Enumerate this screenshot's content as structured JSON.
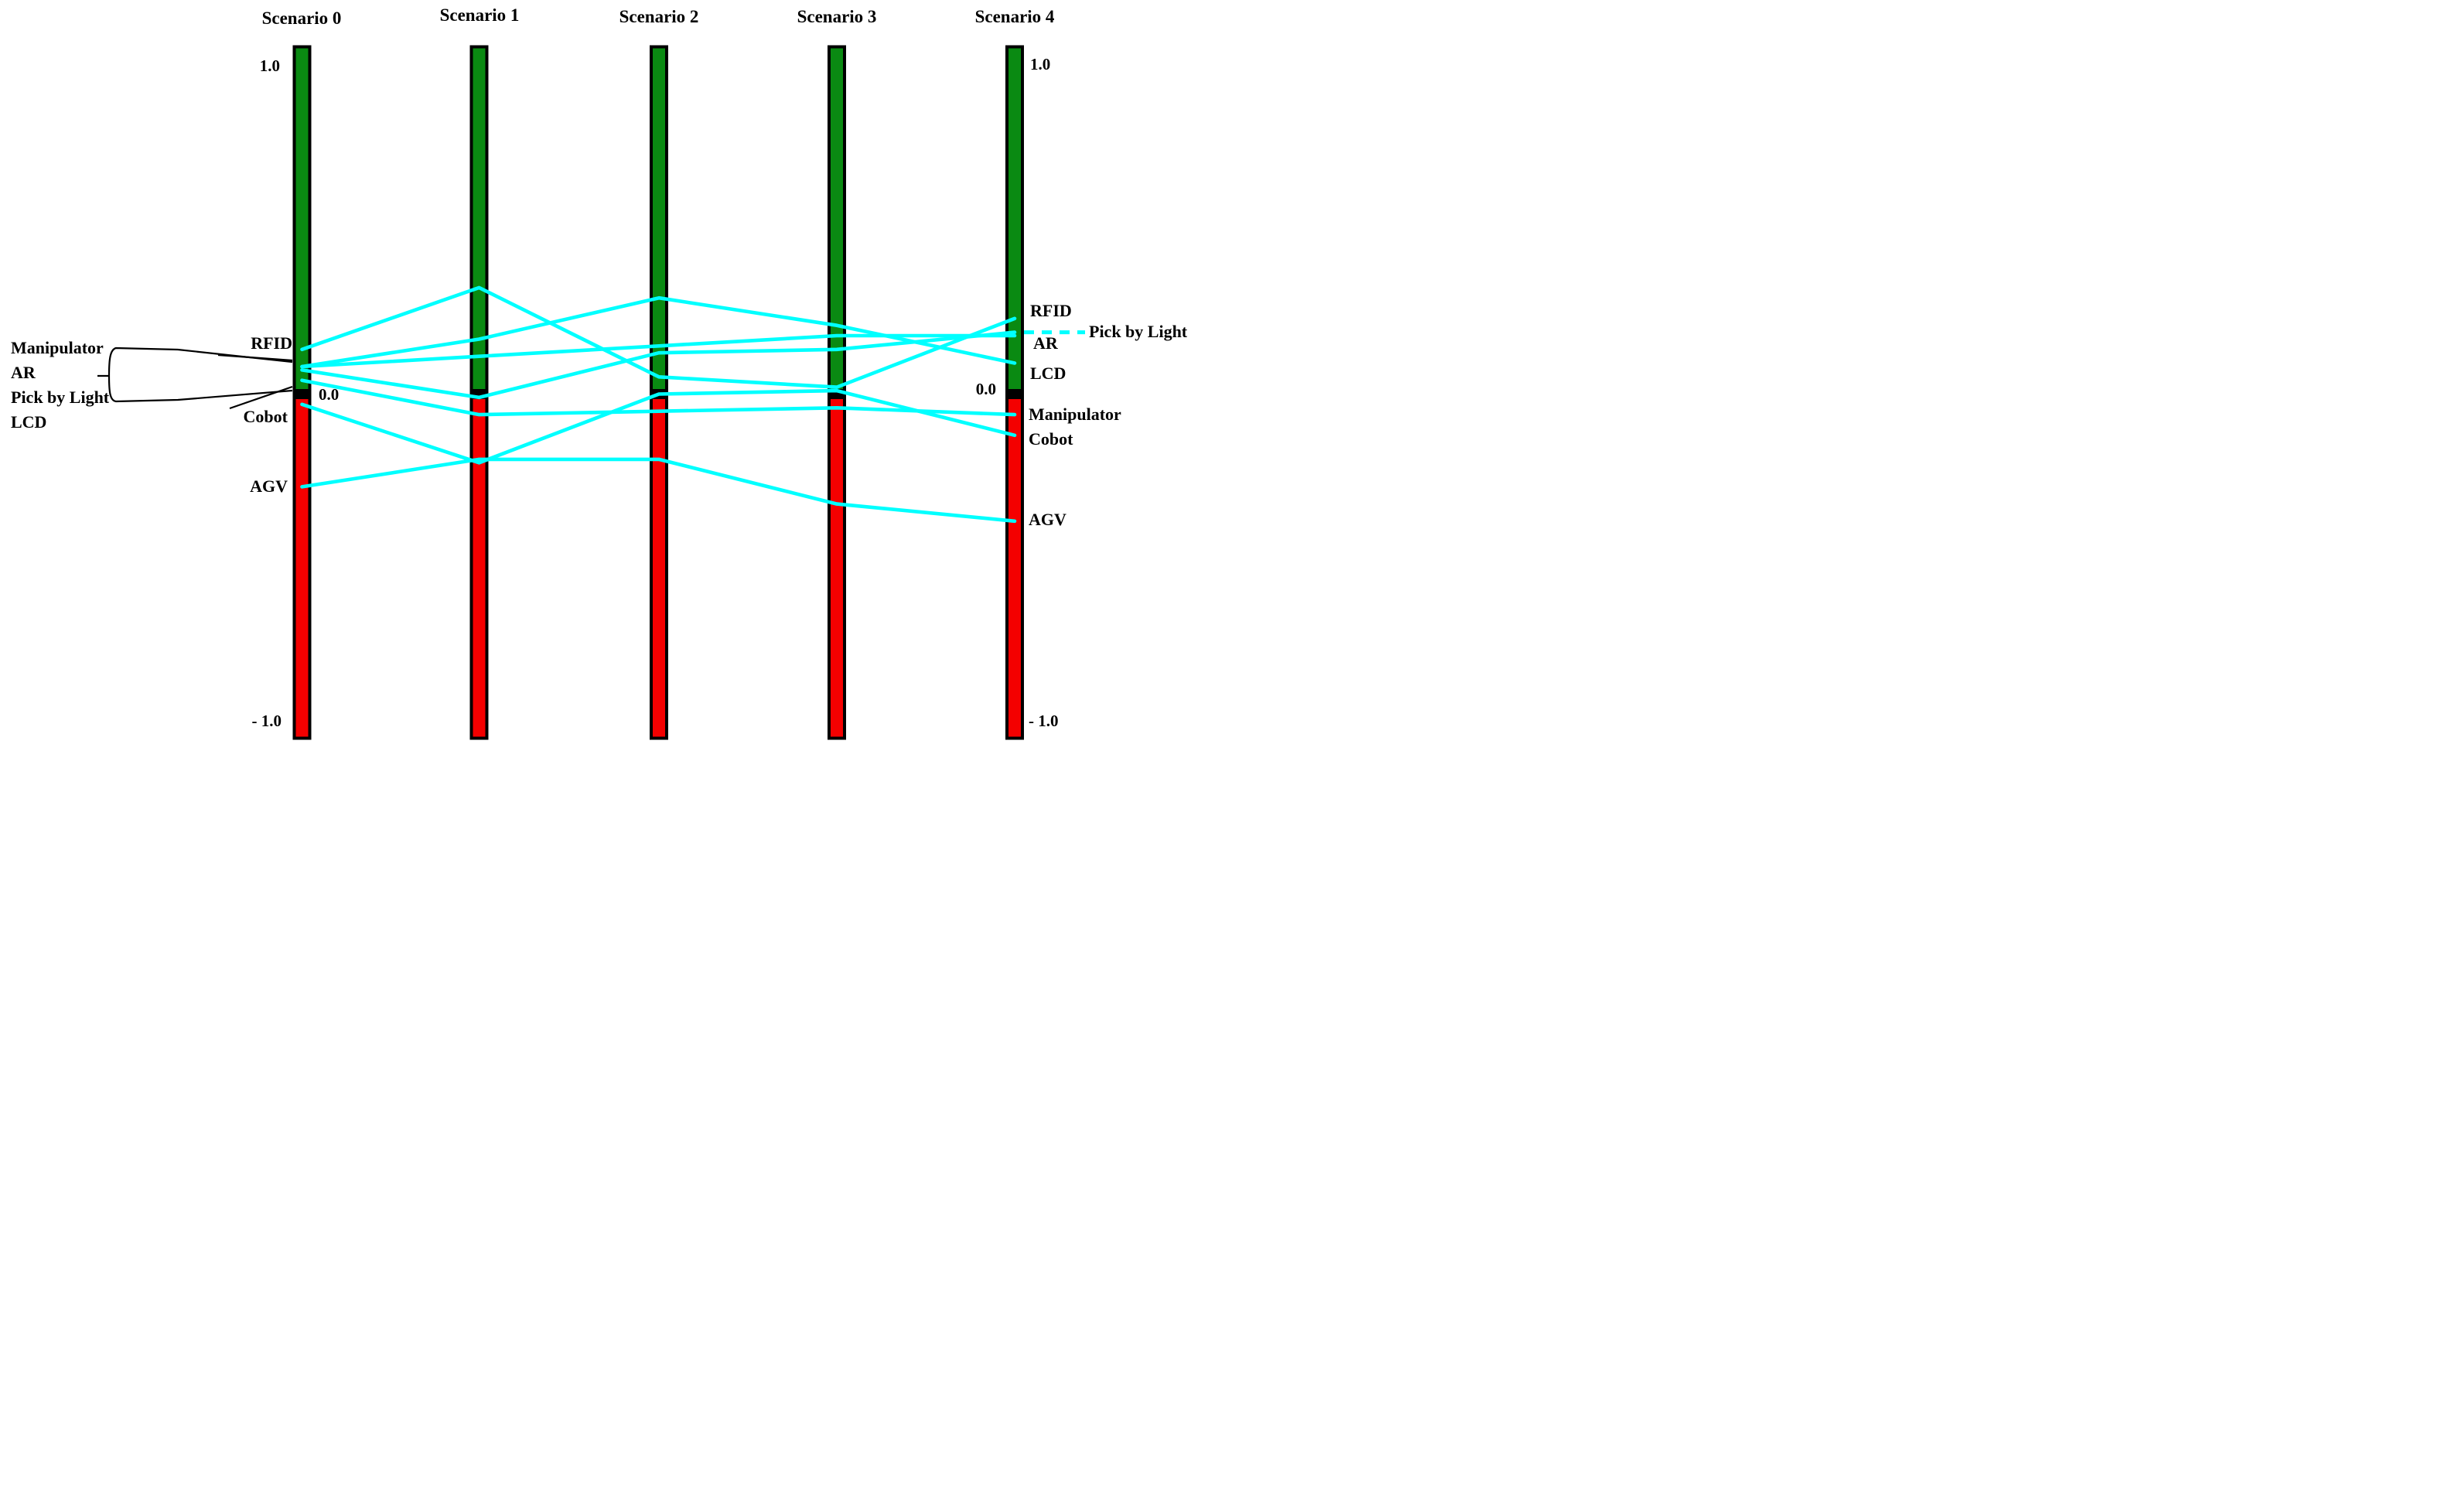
{
  "figure": {
    "background": "#ffffff",
    "line_color": "#00ffff",
    "bar_colors": {
      "positive": "#0a8a12",
      "negative": "#f40000",
      "border": "#000000"
    },
    "axis": {
      "top_label": "1.0",
      "zero_label": "0.0",
      "bottom_label": "- 1.0"
    },
    "left": {
      "rfid": "RFID",
      "cobot": "Cobot",
      "agv": "AGV",
      "cluster": [
        "Manipulator",
        "AR",
        "Pick by Light",
        "LCD"
      ]
    },
    "right": {
      "rfid": "RFID",
      "pick_by_light": "Pick by Light",
      "ar": "AR",
      "lcd": "LCD",
      "manipulator": "Manipulator",
      "cobot": "Cobot",
      "agv": "AGV"
    }
  },
  "chart_data": {
    "type": "line",
    "subtype": "parallel-coordinates",
    "title": "",
    "xlabel": "",
    "ylabel": "",
    "categories": [
      "Scenario 0",
      "Scenario 1",
      "Scenario 2",
      "Scenario 3",
      "Scenario 4"
    ],
    "ylim": [
      -1.0,
      1.0
    ],
    "yticks": [
      "1.0",
      "0.0",
      "- 1.0"
    ],
    "grid": false,
    "legend_position": "labels-at-line-ends",
    "series": [
      {
        "name": "RFID",
        "values": [
          0.13,
          0.31,
          0.05,
          0.02,
          0.22
        ]
      },
      {
        "name": "AR",
        "values": [
          0.08,
          0.11,
          0.14,
          0.17,
          0.17
        ]
      },
      {
        "name": "Pick by Light",
        "values": [
          0.07,
          -0.01,
          0.12,
          0.13,
          0.18
        ],
        "dashed_leader": true
      },
      {
        "name": "LCD",
        "values": [
          0.08,
          0.16,
          0.28,
          0.2,
          0.09
        ]
      },
      {
        "name": "Manipulator",
        "values": [
          0.04,
          -0.06,
          -0.05,
          -0.04,
          -0.06
        ]
      },
      {
        "name": "Cobot",
        "values": [
          -0.03,
          -0.2,
          0.0,
          0.01,
          -0.12
        ]
      },
      {
        "name": "AGV",
        "values": [
          -0.27,
          -0.19,
          -0.19,
          -0.32,
          -0.37
        ]
      }
    ]
  }
}
